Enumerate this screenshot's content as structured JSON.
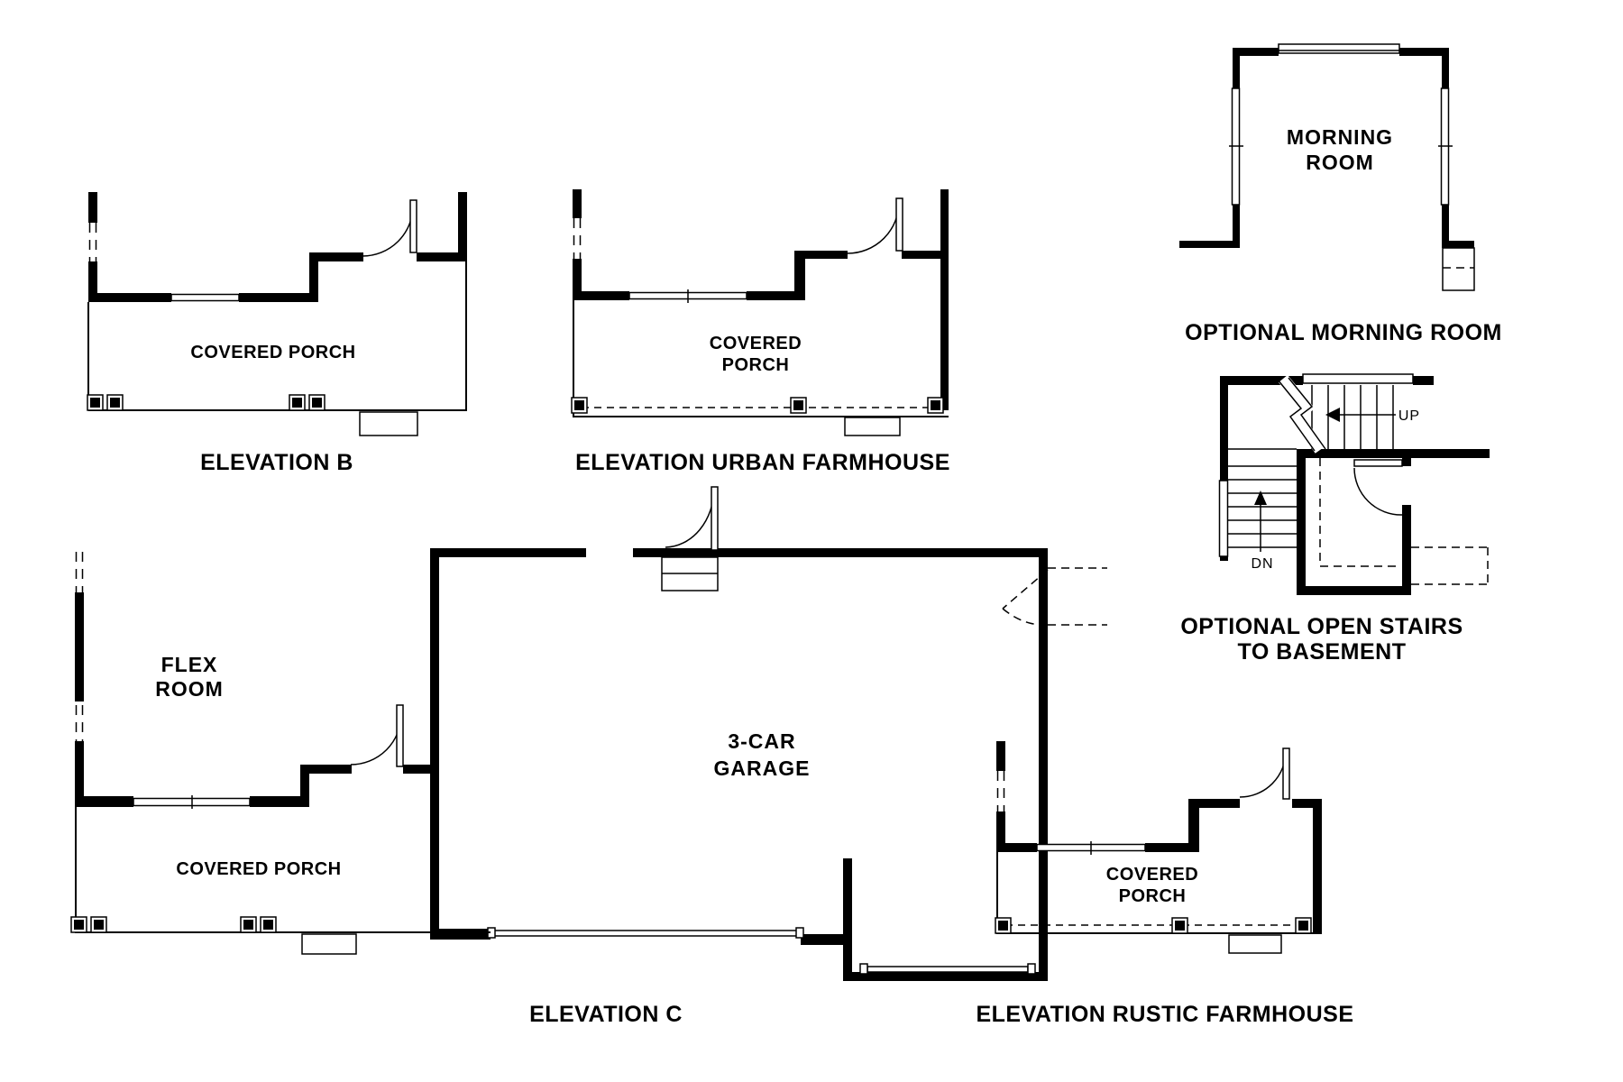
{
  "colors": {
    "background": "#ffffff",
    "line": "#000000"
  },
  "plans": {
    "elevation_b": {
      "title": "ELEVATION B",
      "porch": "COVERED PORCH"
    },
    "urban_farmhouse": {
      "title": "ELEVATION URBAN FARMHOUSE",
      "porch_line1": "COVERED",
      "porch_line2": "PORCH"
    },
    "morning_room": {
      "title": "OPTIONAL MORNING ROOM",
      "room_line1": "MORNING",
      "room_line2": "ROOM"
    },
    "open_stairs": {
      "title_line1": "OPTIONAL OPEN STAIRS",
      "title_line2": "TO BASEMENT",
      "up": "UP",
      "dn": "DN"
    },
    "elevation_c": {
      "title": "ELEVATION C",
      "flex_line1": "FLEX",
      "flex_line2": "ROOM",
      "garage_line1": "3-CAR",
      "garage_line2": "GARAGE",
      "porch": "COVERED PORCH"
    },
    "rustic_farmhouse": {
      "title": "ELEVATION RUSTIC FARMHOUSE",
      "porch_line1": "COVERED",
      "porch_line2": "PORCH"
    }
  }
}
